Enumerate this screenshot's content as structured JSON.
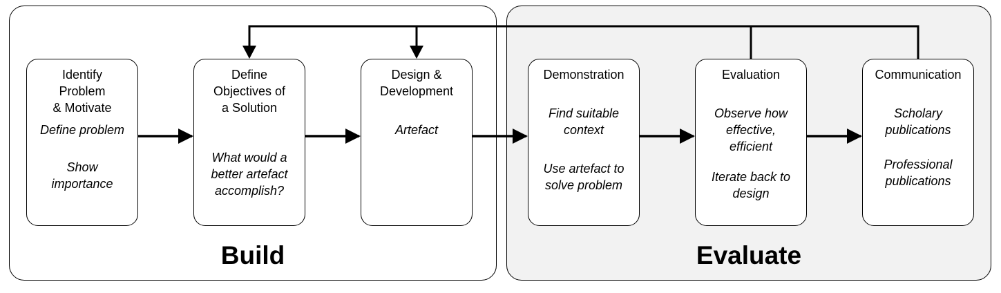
{
  "phases": {
    "build": "Build",
    "evaluate": "Evaluate"
  },
  "steps": [
    {
      "title": "Identify\nProblem\n& Motivate",
      "desc": [
        "Define problem",
        "Show\nimportance"
      ]
    },
    {
      "title": "Define\nObjectives of\na Solution",
      "desc": [
        "",
        "What would a\nbetter artefact\naccomplish?"
      ]
    },
    {
      "title": "Design &\nDevelopment",
      "desc": [
        "Artefact"
      ]
    },
    {
      "title": "Demonstration",
      "desc": [
        "Find suitable\ncontext",
        "Use artefact to\nsolve problem"
      ]
    },
    {
      "title": "Evaluation",
      "desc": [
        "Observe how\neffective,\nefficient",
        "Iterate back to\ndesign"
      ]
    },
    {
      "title": "Communication",
      "desc": [
        "Scholary\npublications",
        "Professional\npublications"
      ]
    }
  ]
}
